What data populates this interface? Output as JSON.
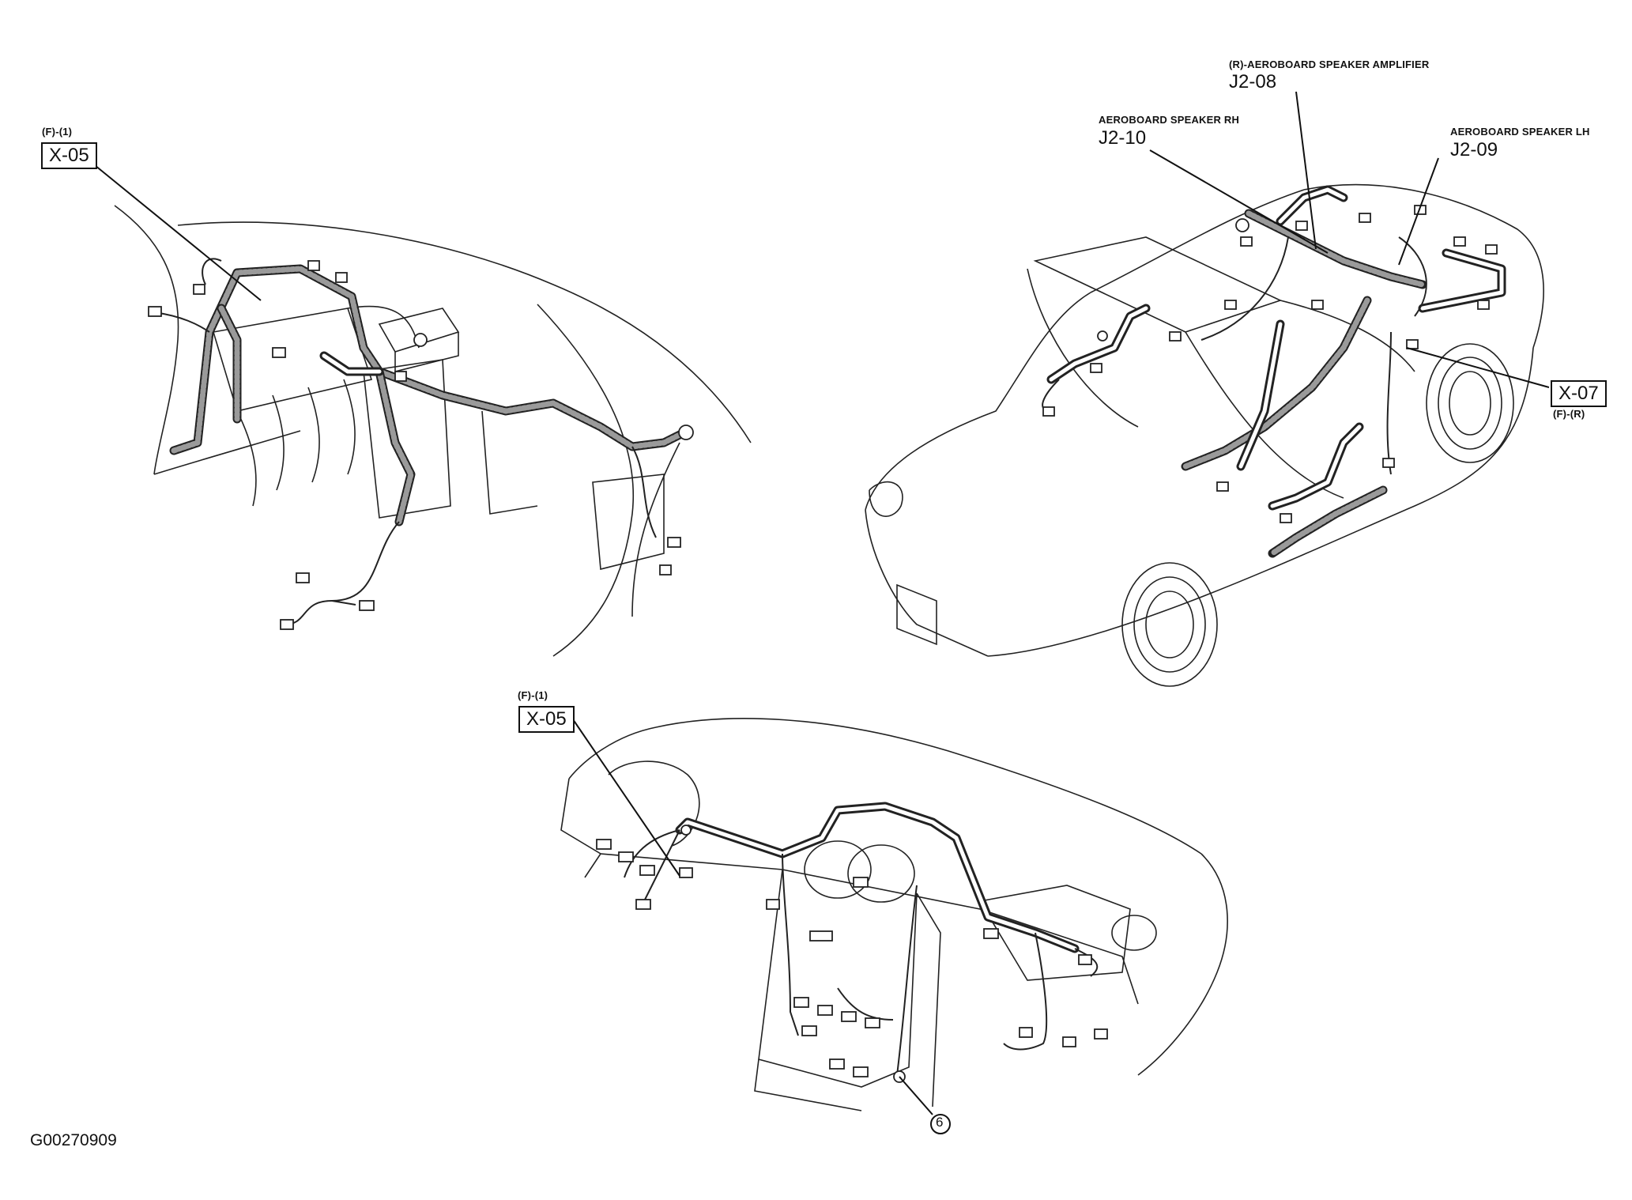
{
  "title": "",
  "figure_id": "G00270909",
  "views": {
    "engine_bay": {
      "callouts": [
        {
          "location": "(F)-(1)",
          "code": "X-05"
        }
      ]
    },
    "vehicle": {
      "callouts": [
        {
          "name": "(R)-AEROBOARD SPEAKER AMPLIFIER",
          "code": "J2-08"
        },
        {
          "name": "AEROBOARD SPEAKER RH",
          "code": "J2-10"
        },
        {
          "name": "AEROBOARD SPEAKER LH",
          "code": "J2-09"
        },
        {
          "code": "X-07",
          "location": "(F)-(R)"
        }
      ]
    },
    "dashboard": {
      "callouts": [
        {
          "location": "(F)-(1)",
          "code": "X-05"
        },
        {
          "ground_ref": "6"
        }
      ]
    }
  },
  "colors": {
    "line": "#222222",
    "harness_fill": "#9a9a9a",
    "background": "#ffffff"
  }
}
